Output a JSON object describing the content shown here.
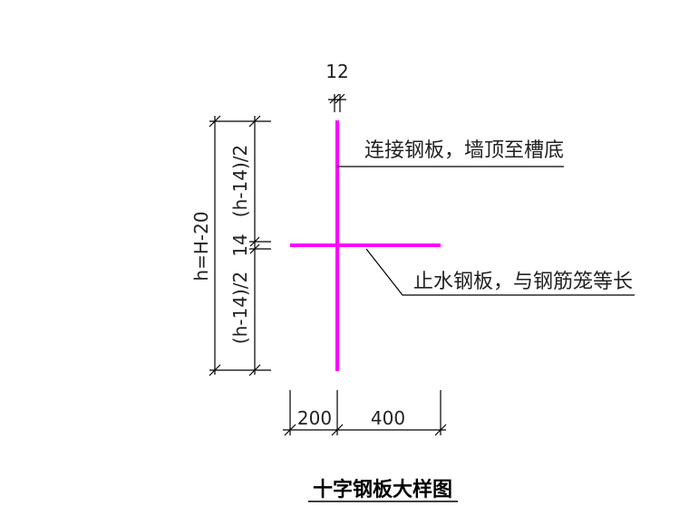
{
  "colors": {
    "plate": "#ff00ff",
    "line": "#000000",
    "text": "#222222"
  },
  "dimensions": {
    "top_thickness": "12",
    "left_overall": "h=H-20",
    "left_upper": "(h-14)/2",
    "left_middle": "14",
    "left_lower": "(h-14)/2",
    "bottom_left": "200",
    "bottom_right": "400"
  },
  "notes": {
    "vertical_plate": "连接钢板，墙顶至槽底",
    "horizontal_plate": "止水钢板，与钢筋笼等长"
  },
  "caption": "十字钢板大样图"
}
